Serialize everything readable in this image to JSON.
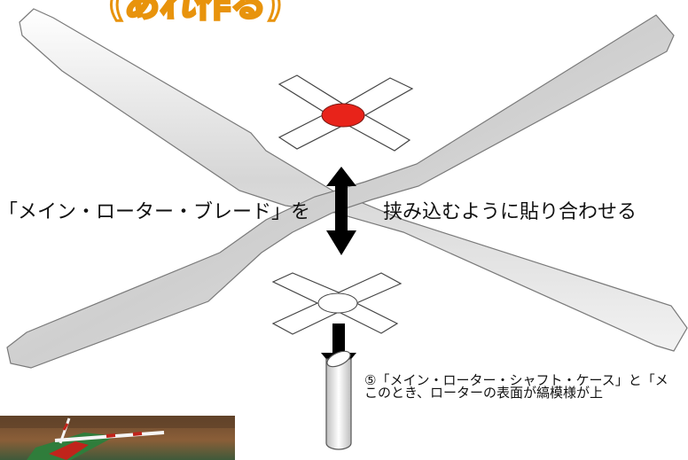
{
  "title": {
    "text": "(あれ作る)"
  },
  "labels": {
    "left": "「メイン・ローター・ブレード」を",
    "right": "挟み込むように貼り合わせる",
    "step5_line1": "⑤「メイン・ローター・シャフト・ケース」と「メ",
    "step5_line2": "このとき、ローターの表面が縞模様が上"
  },
  "colors": {
    "title_orange": "#e8930c",
    "hub_red": "#e8231a",
    "blade_gray": "#d9d9d9",
    "arrow_black": "#000000"
  },
  "photo": {
    "description_icon": "helicopter-model-photo"
  }
}
